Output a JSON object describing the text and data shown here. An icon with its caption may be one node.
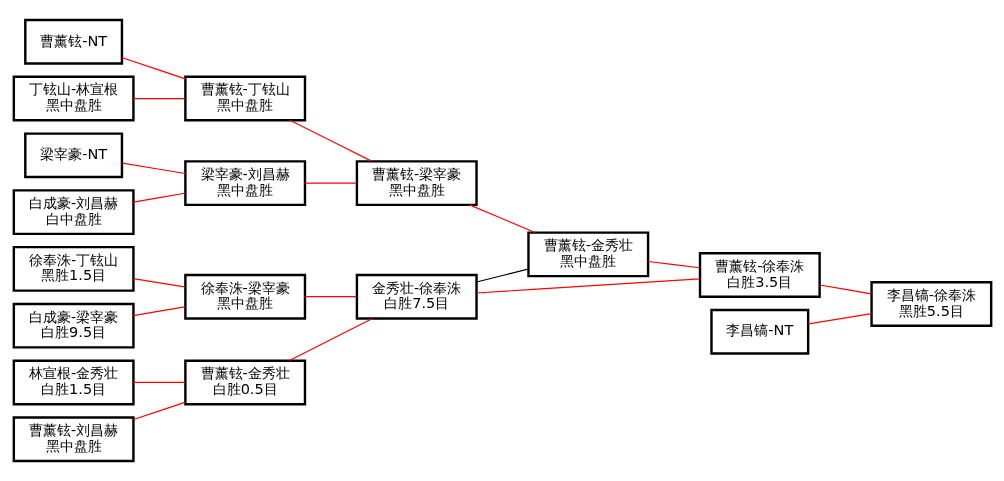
{
  "diagram": {
    "nodes": [
      {
        "text": [
          "徐奉洙-丁铉山",
          "黑胜1.5目"
        ]
      },
      {
        "text": [
          "白成豪-梁宰豪",
          "白胜9.5目"
        ]
      },
      {
        "text": [
          "林宣根-金秀壮",
          "白胜1.5目"
        ]
      },
      {
        "text": [
          "曹薰铉-刘昌赫",
          "黑中盘胜"
        ]
      },
      {
        "text": [
          "曹薰铉-NT"
        ]
      },
      {
        "text": [
          "丁铉山-林宣根",
          "黑中盘胜"
        ]
      },
      {
        "text": [
          "梁宰豪-NT"
        ]
      },
      {
        "text": [
          "白成豪-刘昌赫",
          "白中盘胜"
        ]
      },
      {
        "text": [
          "徐奉洙-梁宰豪",
          "黑中盘胜"
        ]
      },
      {
        "text": [
          "曹薰铉-金秀壮",
          "白胜0.5目"
        ]
      },
      {
        "text": [
          "曹薰铉-丁铉山",
          "黑中盘胜"
        ]
      },
      {
        "text": [
          "梁宰豪-刘昌赫",
          "黑中盘胜"
        ]
      },
      {
        "text": [
          "金秀壮-徐奉洙",
          "白胜7.5目"
        ]
      },
      {
        "text": [
          "曹薰铉-梁宰豪",
          "黑中盘胜"
        ]
      },
      {
        "text": [
          "曹薰铉-金秀壮",
          "黑中盘胜"
        ]
      },
      {
        "text": [
          "曹薰铉-徐奉洙",
          "白胜3.5目"
        ]
      },
      {
        "text": [
          "李昌镐-NT"
        ]
      },
      {
        "text": [
          "李昌镐-徐奉洙",
          "黑胜5.5目"
        ]
      }
    ],
    "edges": [
      {
        "from": 0,
        "to": 8,
        "arrow": "none"
      },
      {
        "from": 1,
        "to": 8,
        "arrow": "none"
      },
      {
        "from": 2,
        "to": 9,
        "arrow": "none"
      },
      {
        "from": 3,
        "to": 9,
        "arrow": "none"
      },
      {
        "from": 4,
        "to": 10,
        "arrow": "none"
      },
      {
        "from": 5,
        "to": 10,
        "arrow": "none"
      },
      {
        "from": 6,
        "to": 11,
        "arrow": "none"
      },
      {
        "from": 7,
        "to": 11,
        "arrow": "none"
      },
      {
        "from": 8,
        "to": 12,
        "arrow": "none"
      },
      {
        "from": 9,
        "to": 12,
        "arrow": "none"
      },
      {
        "from": 10,
        "to": 13,
        "arrow": "none"
      },
      {
        "from": 11,
        "to": 13,
        "arrow": "none"
      },
      {
        "from": 12,
        "to": 14,
        "arrow": "none",
        "color": "#000000"
      },
      {
        "from": 13,
        "to": 14,
        "arrow": "none"
      },
      {
        "from": 12,
        "to": 15,
        "arrow": "none"
      },
      {
        "from": 14,
        "to": 15,
        "arrow": "none"
      },
      {
        "from": 15,
        "to": 17,
        "arrow": "none"
      },
      {
        "from": 16,
        "to": 17,
        "arrow": "none"
      }
    ]
  }
}
